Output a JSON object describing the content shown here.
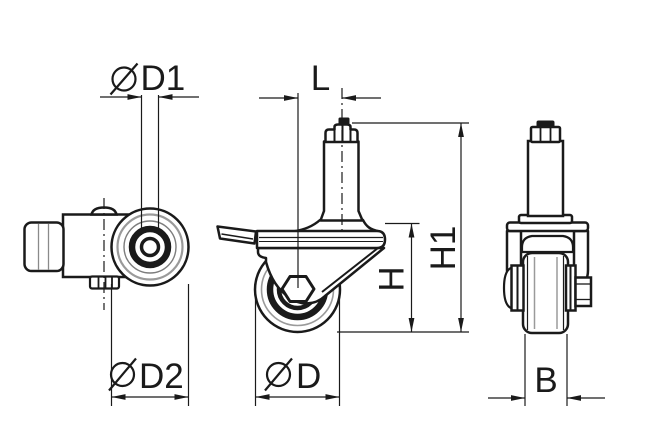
{
  "drawing": {
    "background": "#ffffff",
    "line_color": "#1a1a1a",
    "secondary_line_color": "#9a9a9a"
  },
  "dimensions": {
    "d1": {
      "symbol": "⌀",
      "label": "D1"
    },
    "d2": {
      "symbol": "⌀",
      "label": "D2"
    },
    "d": {
      "symbol": "⌀",
      "label": "D"
    },
    "l": {
      "label": "L"
    },
    "h": {
      "label": "H"
    },
    "h1": {
      "label": "H1"
    },
    "b": {
      "label": "B"
    }
  }
}
